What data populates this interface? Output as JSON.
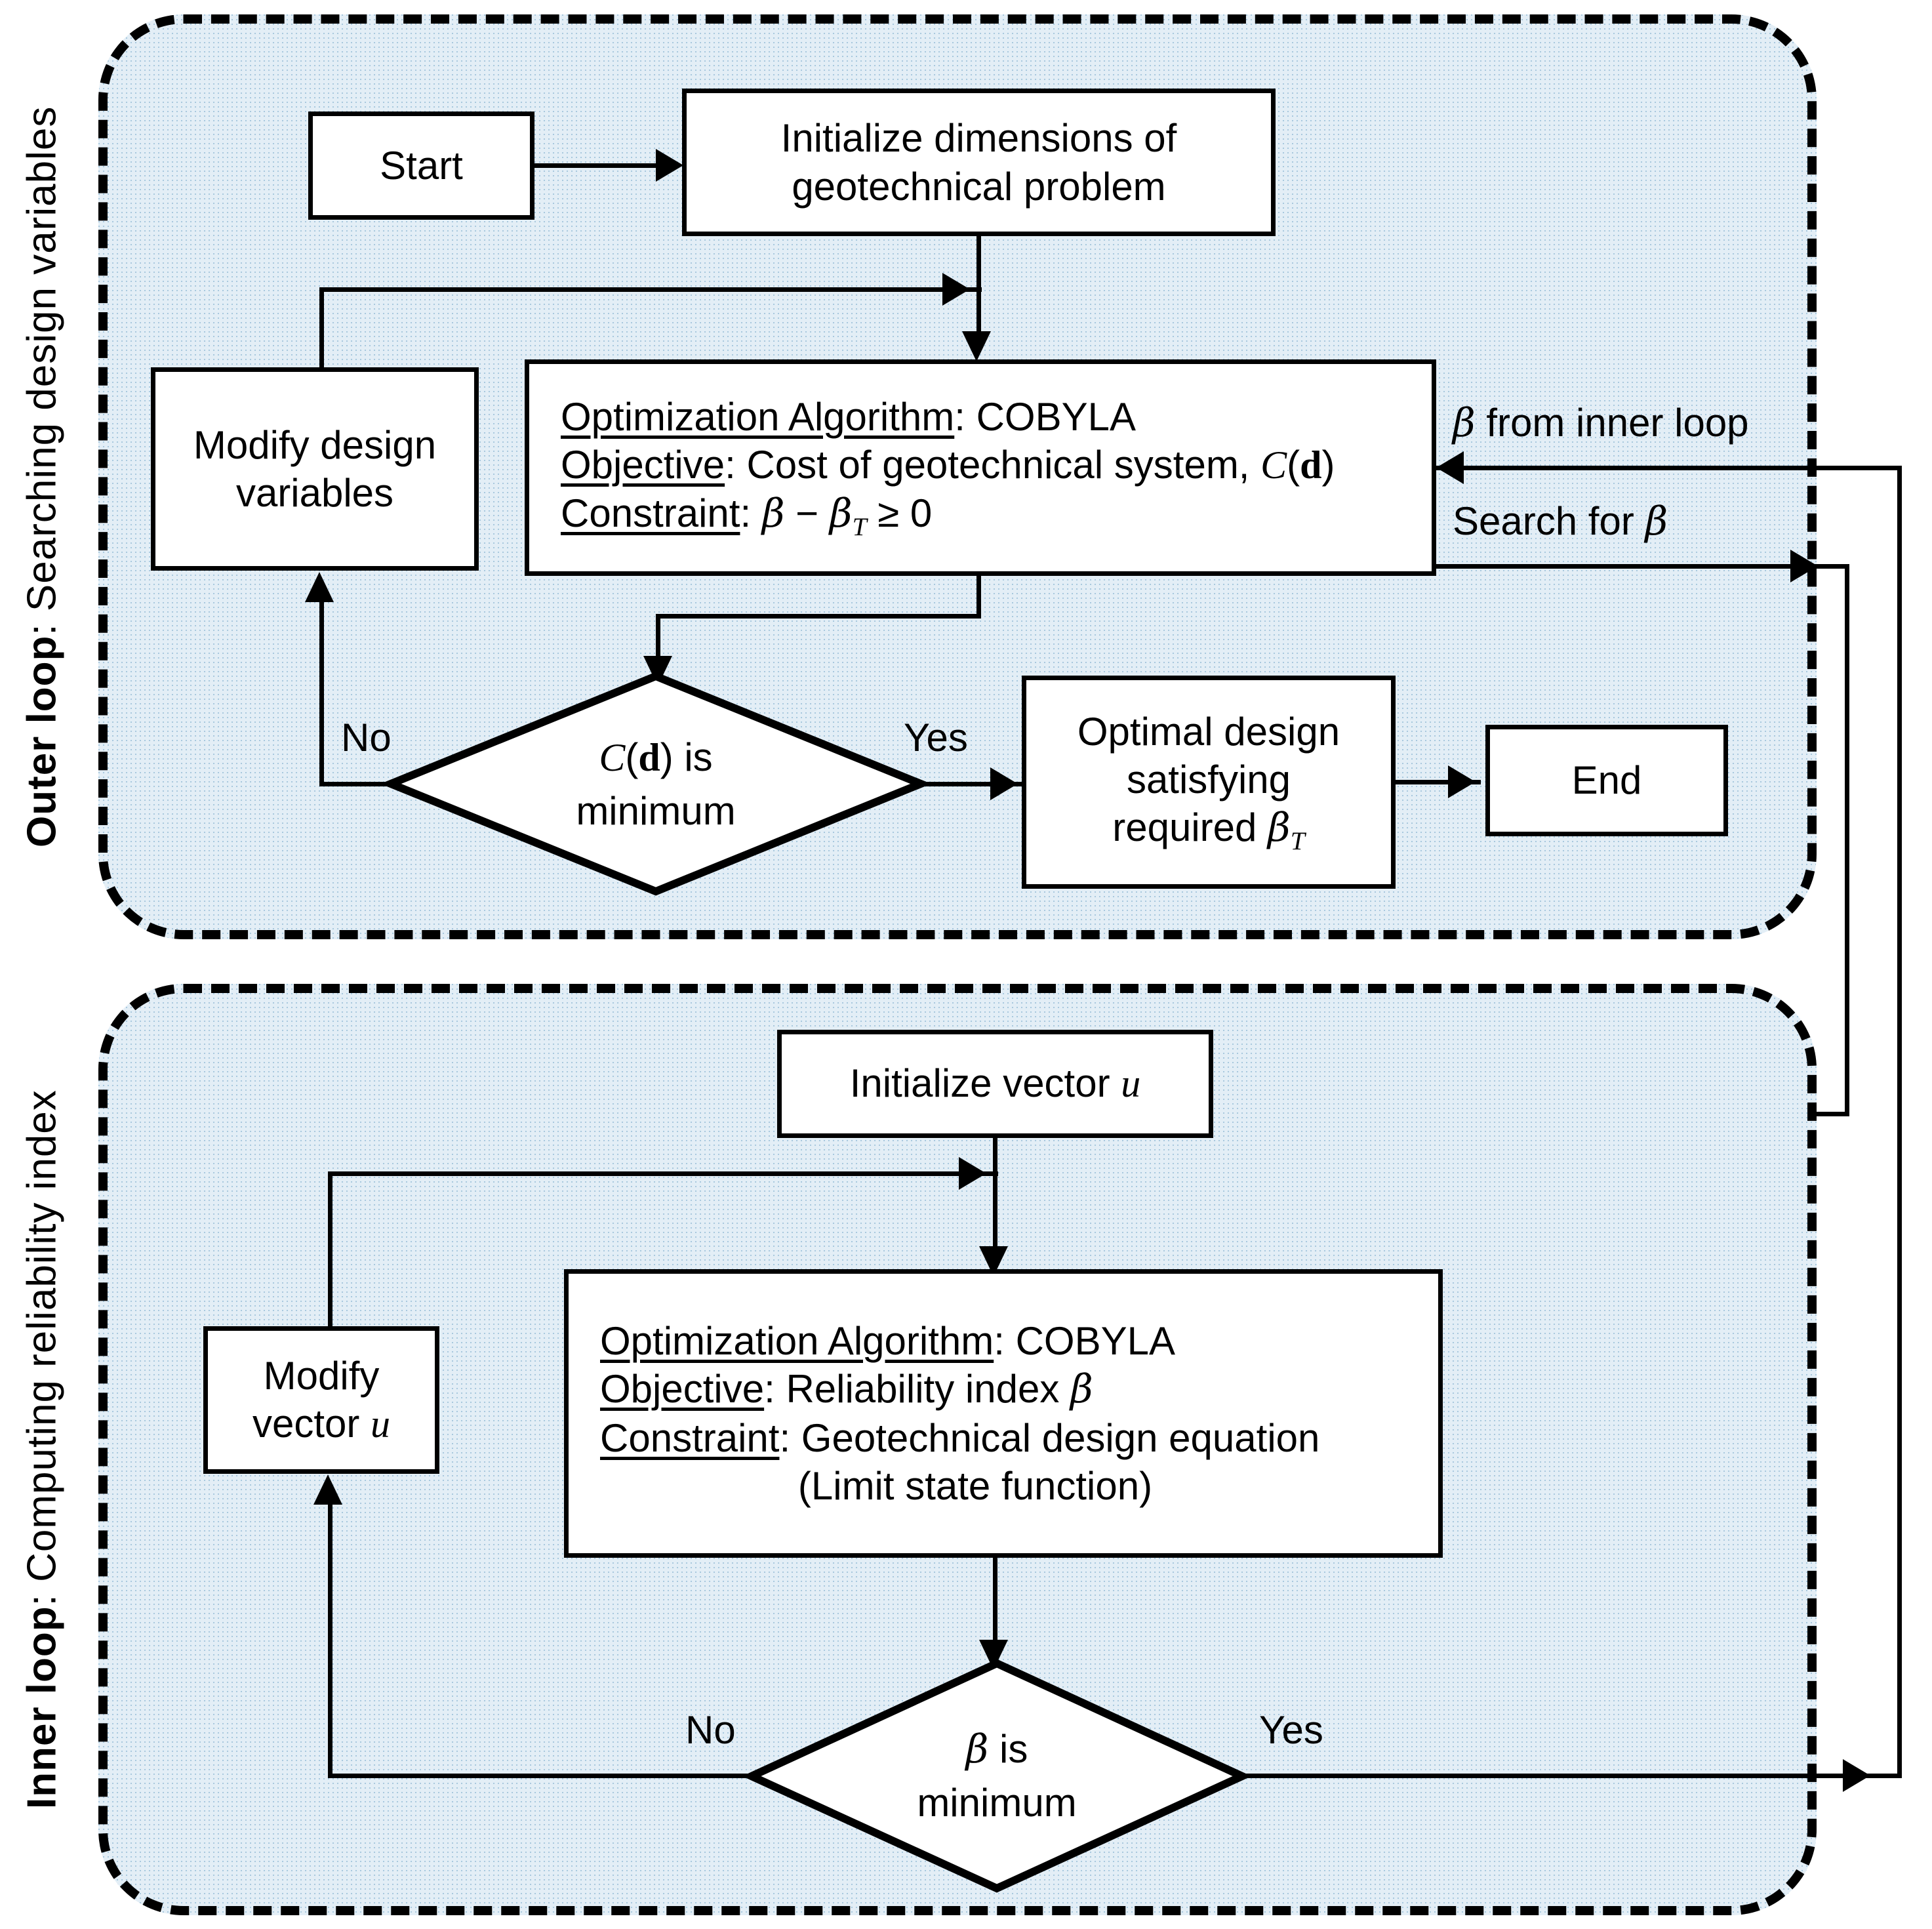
{
  "figure": {
    "type": "flowchart",
    "title": "Nested optimization flowchart for reliability-based geotechnical design"
  },
  "panels": {
    "outer": {
      "side_label_bold": "Outer loop",
      "side_label_rest": ": Searching design variables"
    },
    "inner": {
      "side_label_bold": "Inner loop",
      "side_label_rest": ": Computing reliability index"
    }
  },
  "outer_loop": {
    "start": "Start",
    "initialize": "Initialize dimensions of geotechnical problem",
    "modify": "Modify design variables",
    "algorithm": {
      "line1_label": "Optimization Algorithm",
      "line1_value": ": COBYLA",
      "line2_label": "Objective",
      "line2_value": ": Cost of geotechnical system, C(d)",
      "line3_label": "Constraint",
      "line3_value": ": β − βT ≥ 0"
    },
    "decision": "C(d) is minimum",
    "decision_no": "No",
    "decision_yes": "Yes",
    "optimal": "Optimal design satisfying required βT",
    "end": "End",
    "beta_from_inner": "β from inner loop",
    "search_for_beta": "Search for β"
  },
  "inner_loop": {
    "initialize": "Initialize vector u",
    "modify": "Modify vector u",
    "algorithm": {
      "line1_label": "Optimization Algorithm",
      "line1_value": ": COBYLA",
      "line2_label": "Objective",
      "line2_value": ": Reliability index β",
      "line3_label": "Constraint",
      "line3_value": ": Geotechnical design equation",
      "line4_value": "(Limit state function)"
    },
    "decision": "β is minimum",
    "decision_no": "No",
    "decision_yes": "Yes"
  },
  "colors": {
    "panel_fill": "#e3eef6",
    "panel_dot": "#a8c8de",
    "stroke": "#000000",
    "node_fill": "#ffffff"
  }
}
